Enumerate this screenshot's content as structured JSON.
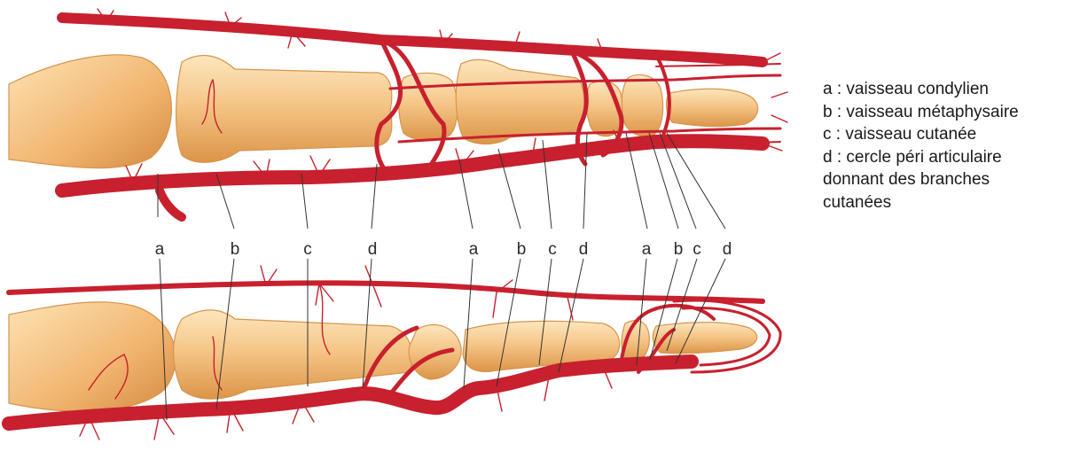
{
  "labels_top": [
    "a",
    "b",
    "c",
    "d",
    "a",
    "b",
    "c",
    "d",
    "a",
    "b",
    "c",
    "d"
  ],
  "legend": {
    "items": [
      "a : vaisseau condylien",
      "b : vaisseau métaphysaire",
      "c : vaisseau cutanée",
      "d : cercle péri articulaire",
      "donnant des branches",
      "cutanées"
    ]
  },
  "colors": {
    "vessel": "#c8202e",
    "vessel_dark": "#9e1420",
    "bone": "#f3c07e",
    "bone_light": "#fde3b4",
    "bone_shade": "#d98d44",
    "leader": "#333333"
  }
}
